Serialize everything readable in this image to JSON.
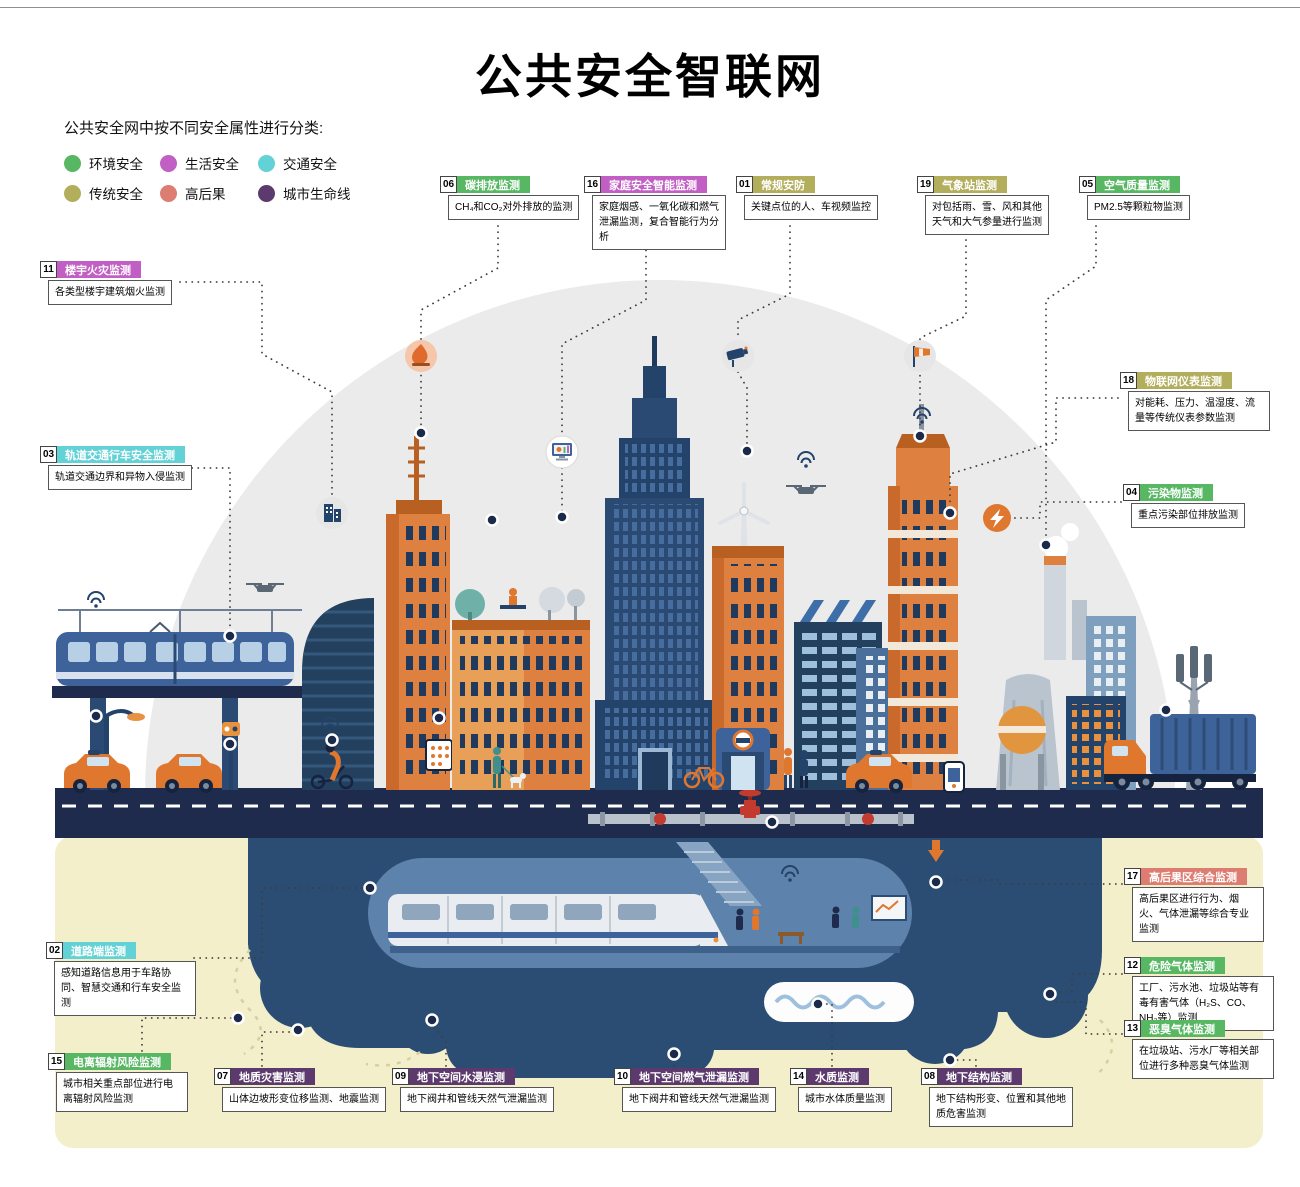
{
  "page": {
    "title": "公共安全智联网",
    "subtitle": "公共安全网中按不同安全属性进行分类:"
  },
  "legend": {
    "items": [
      {
        "label": "环境安全",
        "color": "#57b763"
      },
      {
        "label": "生活安全",
        "color": "#c25fc4"
      },
      {
        "label": "交通安全",
        "color": "#63d2d6"
      },
      {
        "label": "传统安全",
        "color": "#b2ae5c"
      },
      {
        "label": "高后果",
        "color": "#dd7d72"
      },
      {
        "label": "城市生命线",
        "color": "#5c3a6e"
      }
    ]
  },
  "callouts": [
    {
      "num": "06",
      "title": "碳排放监测",
      "category": "环境安全",
      "color": "#57b763",
      "desc": "CH₄和CO₂对外排放的监测"
    },
    {
      "num": "16",
      "title": "家庭安全智能监测",
      "category": "生活安全",
      "color": "#c25fc4",
      "desc": "家庭烟感、一氧化碳和燃气泄漏监测，复合智能行为分析"
    },
    {
      "num": "01",
      "title": "常规安防",
      "category": "传统安全",
      "color": "#b2ae5c",
      "desc": "关键点位的人、车视频监控"
    },
    {
      "num": "19",
      "title": "气象站监测",
      "category": "传统安全",
      "color": "#b2ae5c",
      "desc": "对包括雨、雪、风和其他天气和大气参量进行监测"
    },
    {
      "num": "05",
      "title": "空气质量监测",
      "category": "环境安全",
      "color": "#57b763",
      "desc": "PM2.5等颗粒物监测"
    },
    {
      "num": "11",
      "title": "楼宇火灾监测",
      "category": "生活安全",
      "color": "#c25fc4",
      "desc": "各类型楼宇建筑烟火监测"
    },
    {
      "num": "18",
      "title": "物联网仪表监测",
      "category": "传统安全",
      "color": "#b2ae5c",
      "desc": "对能耗、压力、温湿度、流量等传统仪表参数监测"
    },
    {
      "num": "03",
      "title": "轨道交通行车安全监测",
      "category": "交通安全",
      "color": "#63d2d6",
      "desc": "轨道交通边界和异物入侵监测"
    },
    {
      "num": "04",
      "title": "污染物监测",
      "category": "环境安全",
      "color": "#57b763",
      "desc": "重点污染部位排放监测"
    },
    {
      "num": "17",
      "title": "高后果区综合监测",
      "category": "高后果",
      "color": "#dd7d72",
      "desc": "高后果区进行行为、烟火、气体泄漏等综合专业监测"
    },
    {
      "num": "02",
      "title": "道路端监测",
      "category": "交通安全",
      "color": "#63d2d6",
      "desc": "感知道路信息用于车路协同、智慧交通和行车安全监测"
    },
    {
      "num": "12",
      "title": "危险气体监测",
      "category": "环境安全",
      "color": "#57b763",
      "desc": "工厂、污水池、垃圾站等有毒有害气体（H₂S、CO、NH₃等）监测"
    },
    {
      "num": "13",
      "title": "恶臭气体监测",
      "category": "环境安全",
      "color": "#57b763",
      "desc": "在垃圾站、污水厂等相关部位进行多种恶臭气体监测"
    },
    {
      "num": "15",
      "title": "电离辐射风险监测",
      "category": "环境安全",
      "color": "#57b763",
      "desc": "城市相关重点部位进行电离辐射风险监测"
    },
    {
      "num": "07",
      "title": "地质灾害监测",
      "category": "城市生命线",
      "color": "#5c3a6e",
      "desc": "山体边坡形变位移监测、地震监测"
    },
    {
      "num": "09",
      "title": "地下空间水浸监测",
      "category": "城市生命线",
      "color": "#5c3a6e",
      "desc": "地下阀井和管线天然气泄漏监测"
    },
    {
      "num": "10",
      "title": "地下空间燃气泄漏监测",
      "category": "城市生命线",
      "color": "#5c3a6e",
      "desc": "地下阀井和管线天然气泄漏监测"
    },
    {
      "num": "14",
      "title": "水质监测",
      "category": "城市生命线",
      "color": "#5c3a6e",
      "desc": "城市水体质量监测"
    },
    {
      "num": "08",
      "title": "地下结构监测",
      "category": "城市生命线",
      "color": "#5c3a6e",
      "desc": "地下结构形变、位置和其他地质危害监测"
    }
  ],
  "icons": {
    "flame-icon": "flame on burner",
    "smart-home-monitor-icon": "monitor with charts",
    "cctv-camera-icon": "surveillance camera",
    "windsock-icon": "weather windsock",
    "building-icon": "building pictogram",
    "hazard-power-icon": "lightning bolt on orange disc",
    "wifi-icon": "wireless signal arcs",
    "drone-icon": "quadcopter drone"
  }
}
